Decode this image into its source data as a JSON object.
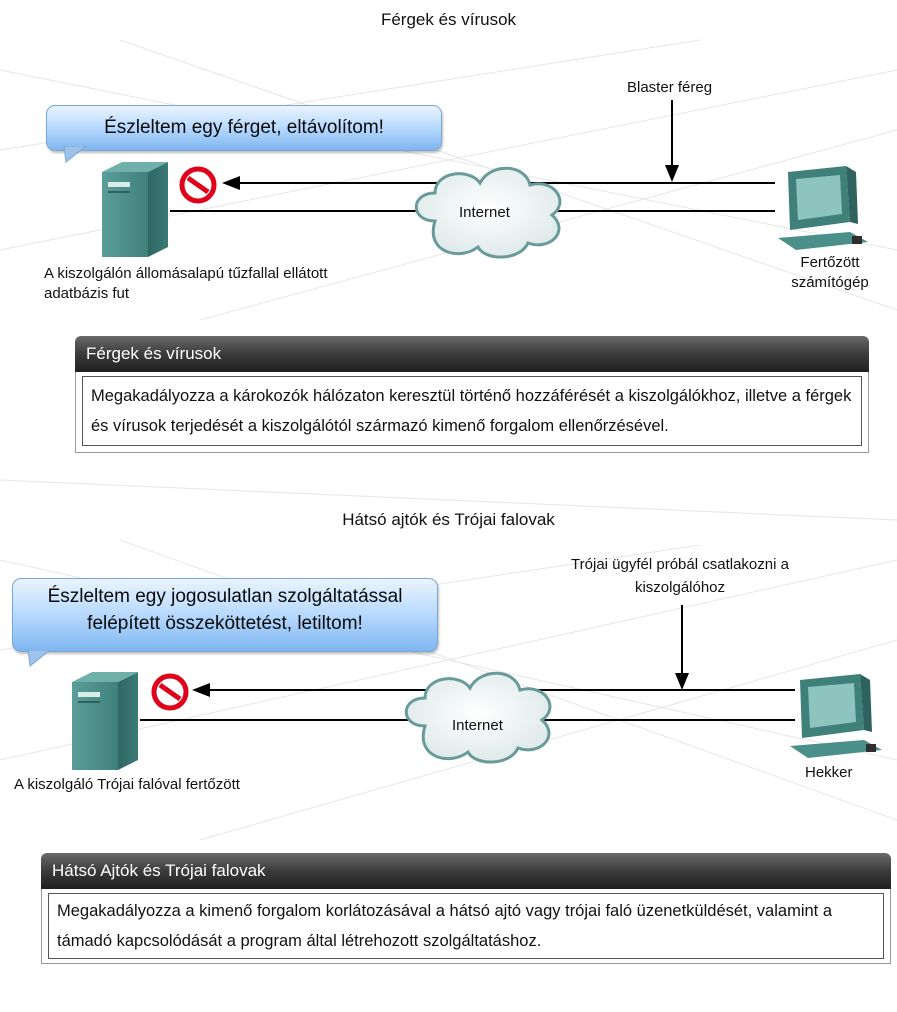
{
  "section1": {
    "title": "Férgek és vírusok",
    "bubble": "Észleltem egy férget, eltávolítom!",
    "arrow_label": "Blaster féreg",
    "cloud_label": "Internet",
    "server_caption_line1": "A kiszolgálón állomásalapú tűzfallal ellátott",
    "server_caption_line2": "adatbázis fut",
    "client_caption_line1": "Fertőzött",
    "client_caption_line2": "számítógép",
    "panel_title": "Férgek és vírusok",
    "panel_text": "Megakadályozza a károkozók hálózaton keresztül történő hozzáférését a kiszolgálókhoz, illetve a férgek és vírusok terjedését a kiszolgálótól származó kimenő forgalom ellenőrzésével."
  },
  "section2": {
    "title": "Hátsó ajtók és Trójai falovak",
    "bubble_line1": "Észleltem egy jogosulatlan szolgáltatással",
    "bubble_line2": "felépített összeköttetést, letiltom!",
    "arrow_label_line1": "Trójai ügyfél próbál csatlakozni a",
    "arrow_label_line2": "kiszolgálóhoz",
    "cloud_label": "Internet",
    "server_caption": "A kiszolgáló Trójai falóval fertőzött",
    "client_caption": "Hekker",
    "panel_title": "Hátsó Ajtók és Trójai falovak",
    "panel_text": "Megakadályozza a kimenő forgalom korlátozásával a hátsó ajtó vagy trójai faló üzenetküldését, valamint a támadó kapcsolódását a program által létrehozott szolgáltatáshoz."
  },
  "colors": {
    "bubble": "#9cc9f7",
    "device": "#4a8f8a",
    "block_sign": "#e0001a",
    "panel_header": "#333333",
    "cloud_stroke": "#6a9a9a"
  },
  "icons": [
    "server-icon",
    "computer-icon",
    "cloud-icon",
    "no-entry-icon"
  ]
}
